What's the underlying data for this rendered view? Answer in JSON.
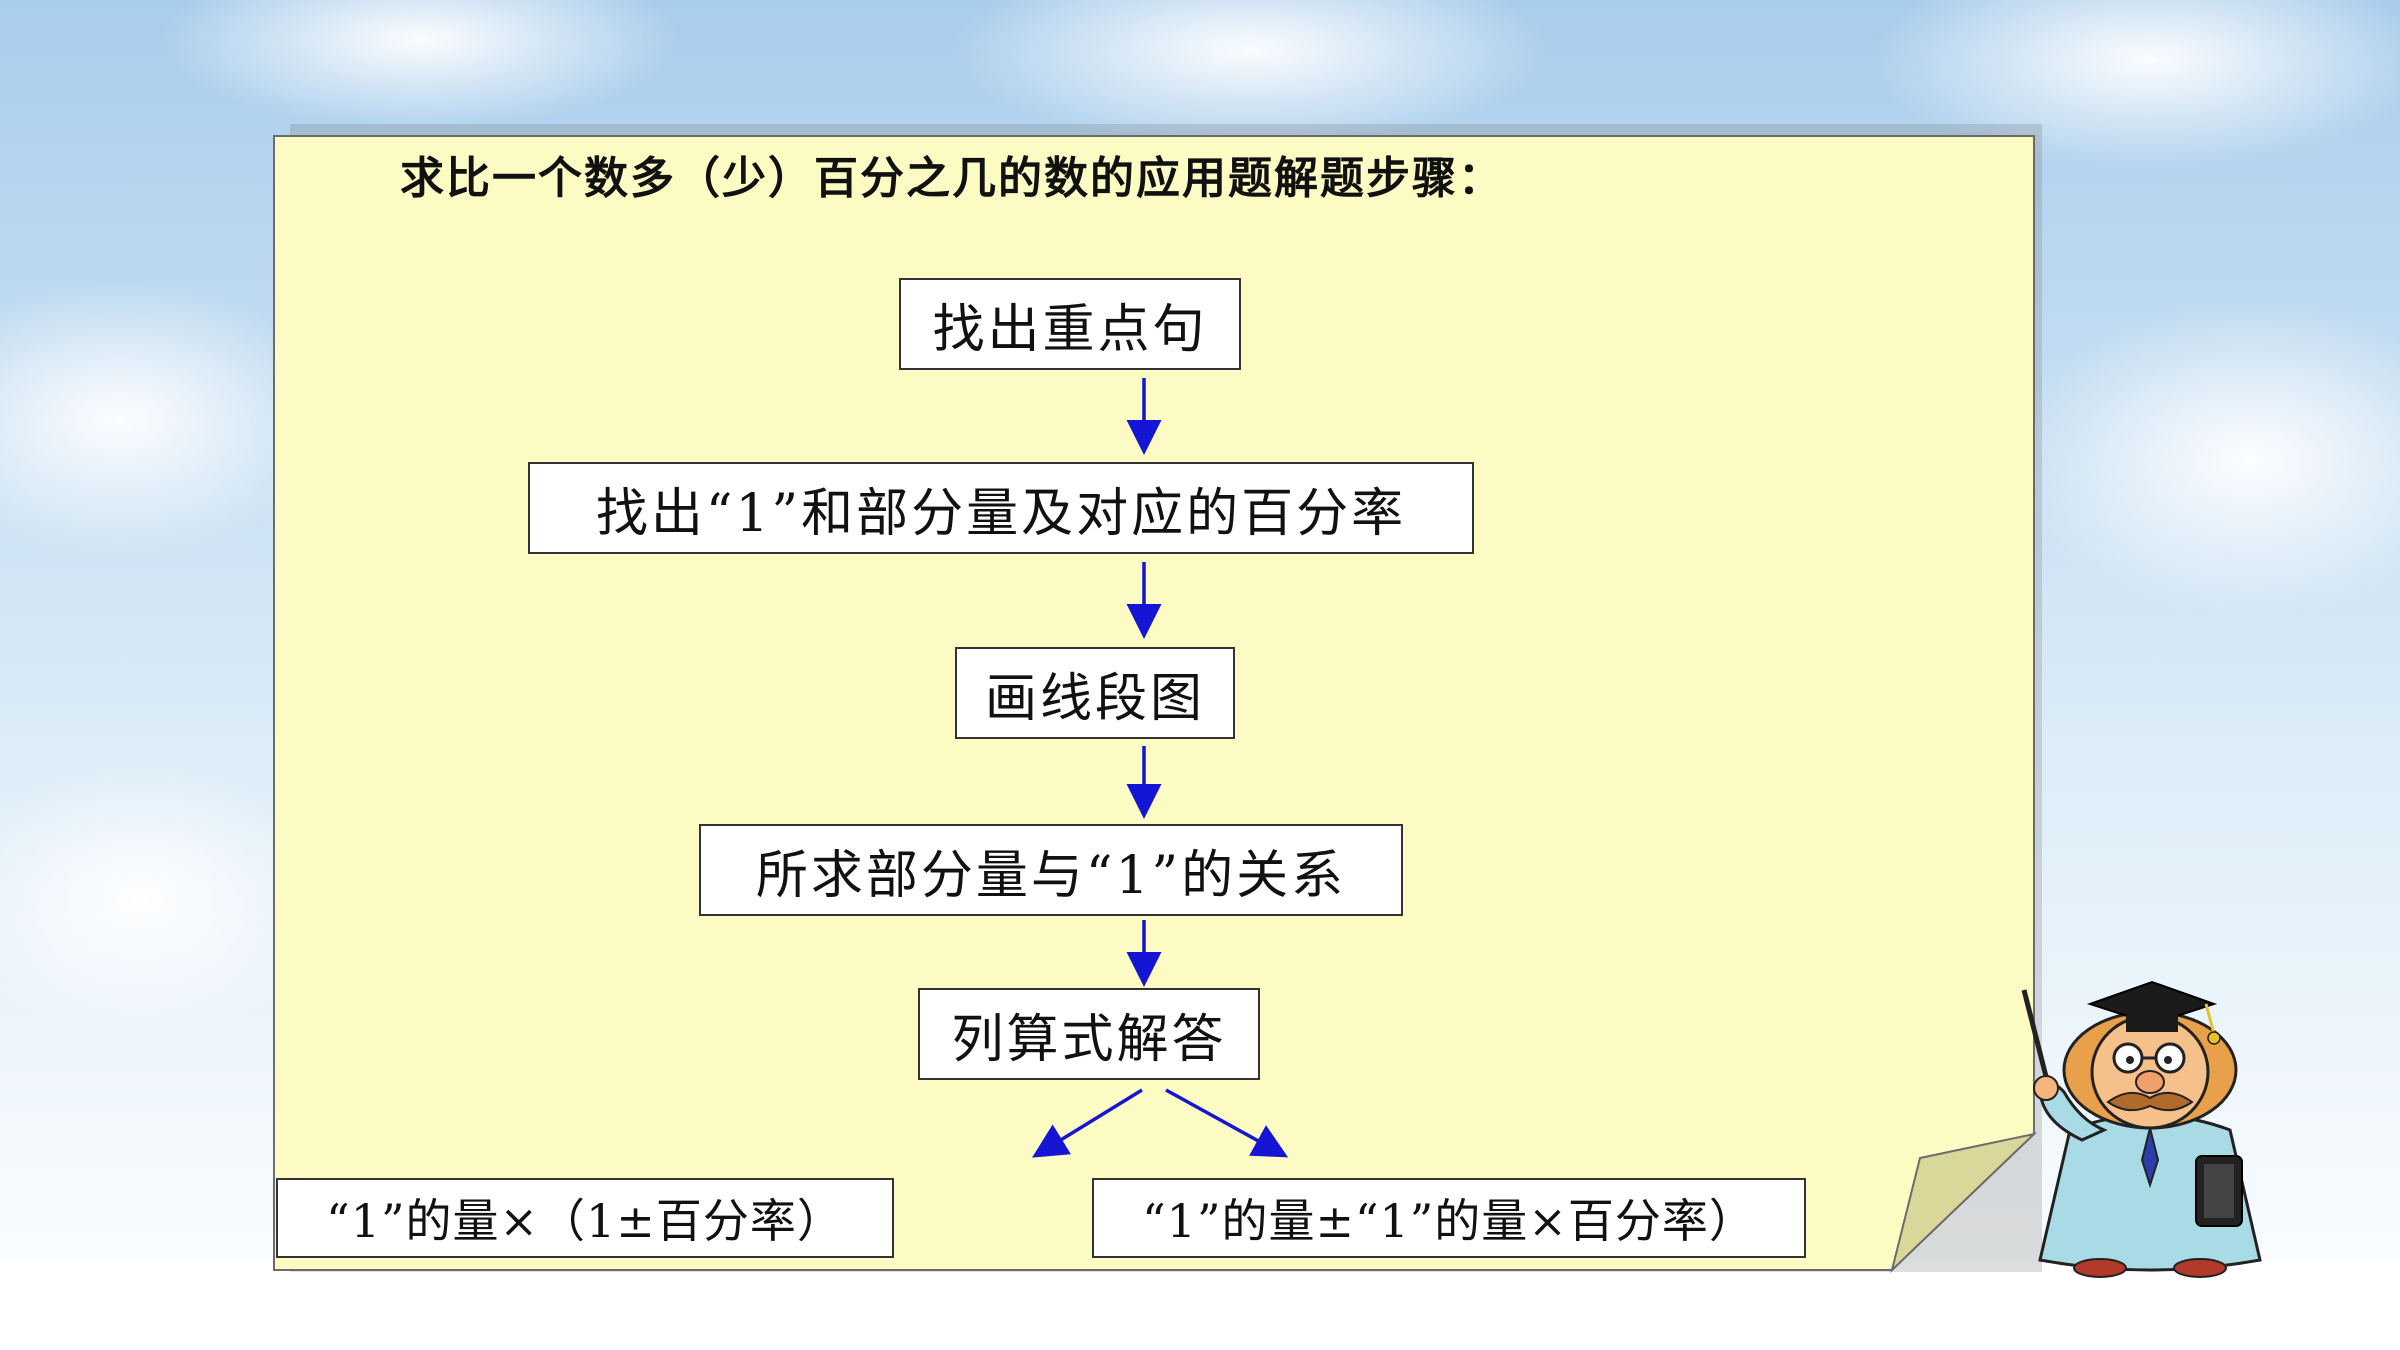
{
  "title": "求比一个数多（少）百分之几的数的应用题解题步骤：",
  "steps": [
    "找出重点句",
    "找出“1”和部分量及对应的百分率",
    "画线段图",
    "所求部分量与“1”的关系",
    "列算式解答"
  ],
  "results": [
    "“1”的量×（1±百分率）",
    "“1”的量±“1”的量×百分率）"
  ],
  "colors": {
    "panel": "#fdfbc4",
    "arrow": "#1515d6",
    "box_border": "#333333",
    "sky": "#b9d8f0"
  },
  "icons": [
    "professor-illustration"
  ]
}
